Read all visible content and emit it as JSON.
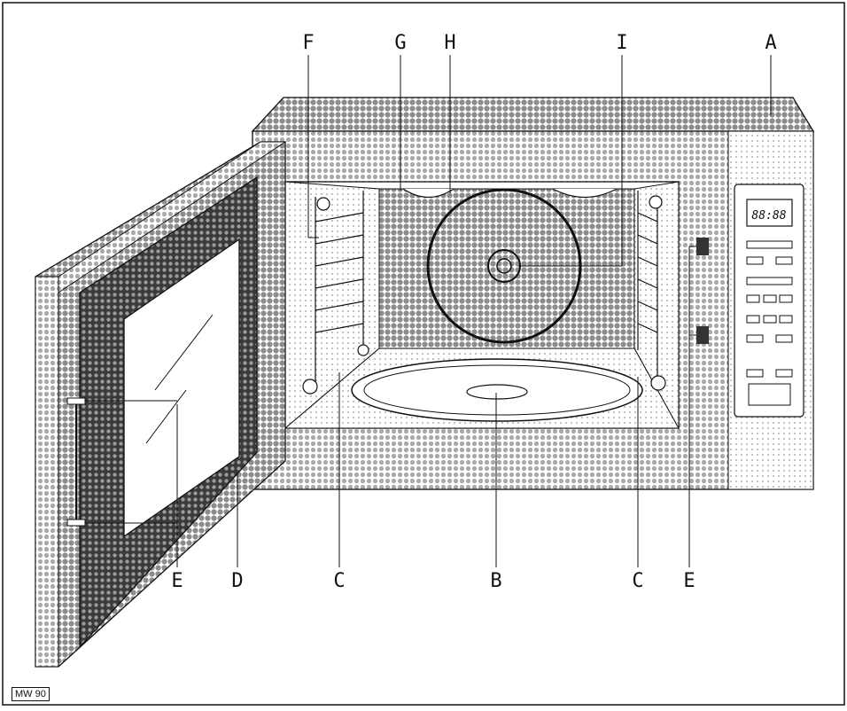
{
  "labels": {
    "A": "A",
    "B": "B",
    "C": "C",
    "D": "D",
    "E": "E",
    "F": "F",
    "G": "G",
    "H": "H",
    "I": "I"
  },
  "model_tag": "MW 90",
  "display_readout": "88:88",
  "colors": {
    "line": "#111111",
    "dot_light": "#a9a9a9",
    "dot_mid": "#8c8c8c",
    "dot_dark": "#555555",
    "panel": "#ffffff"
  }
}
